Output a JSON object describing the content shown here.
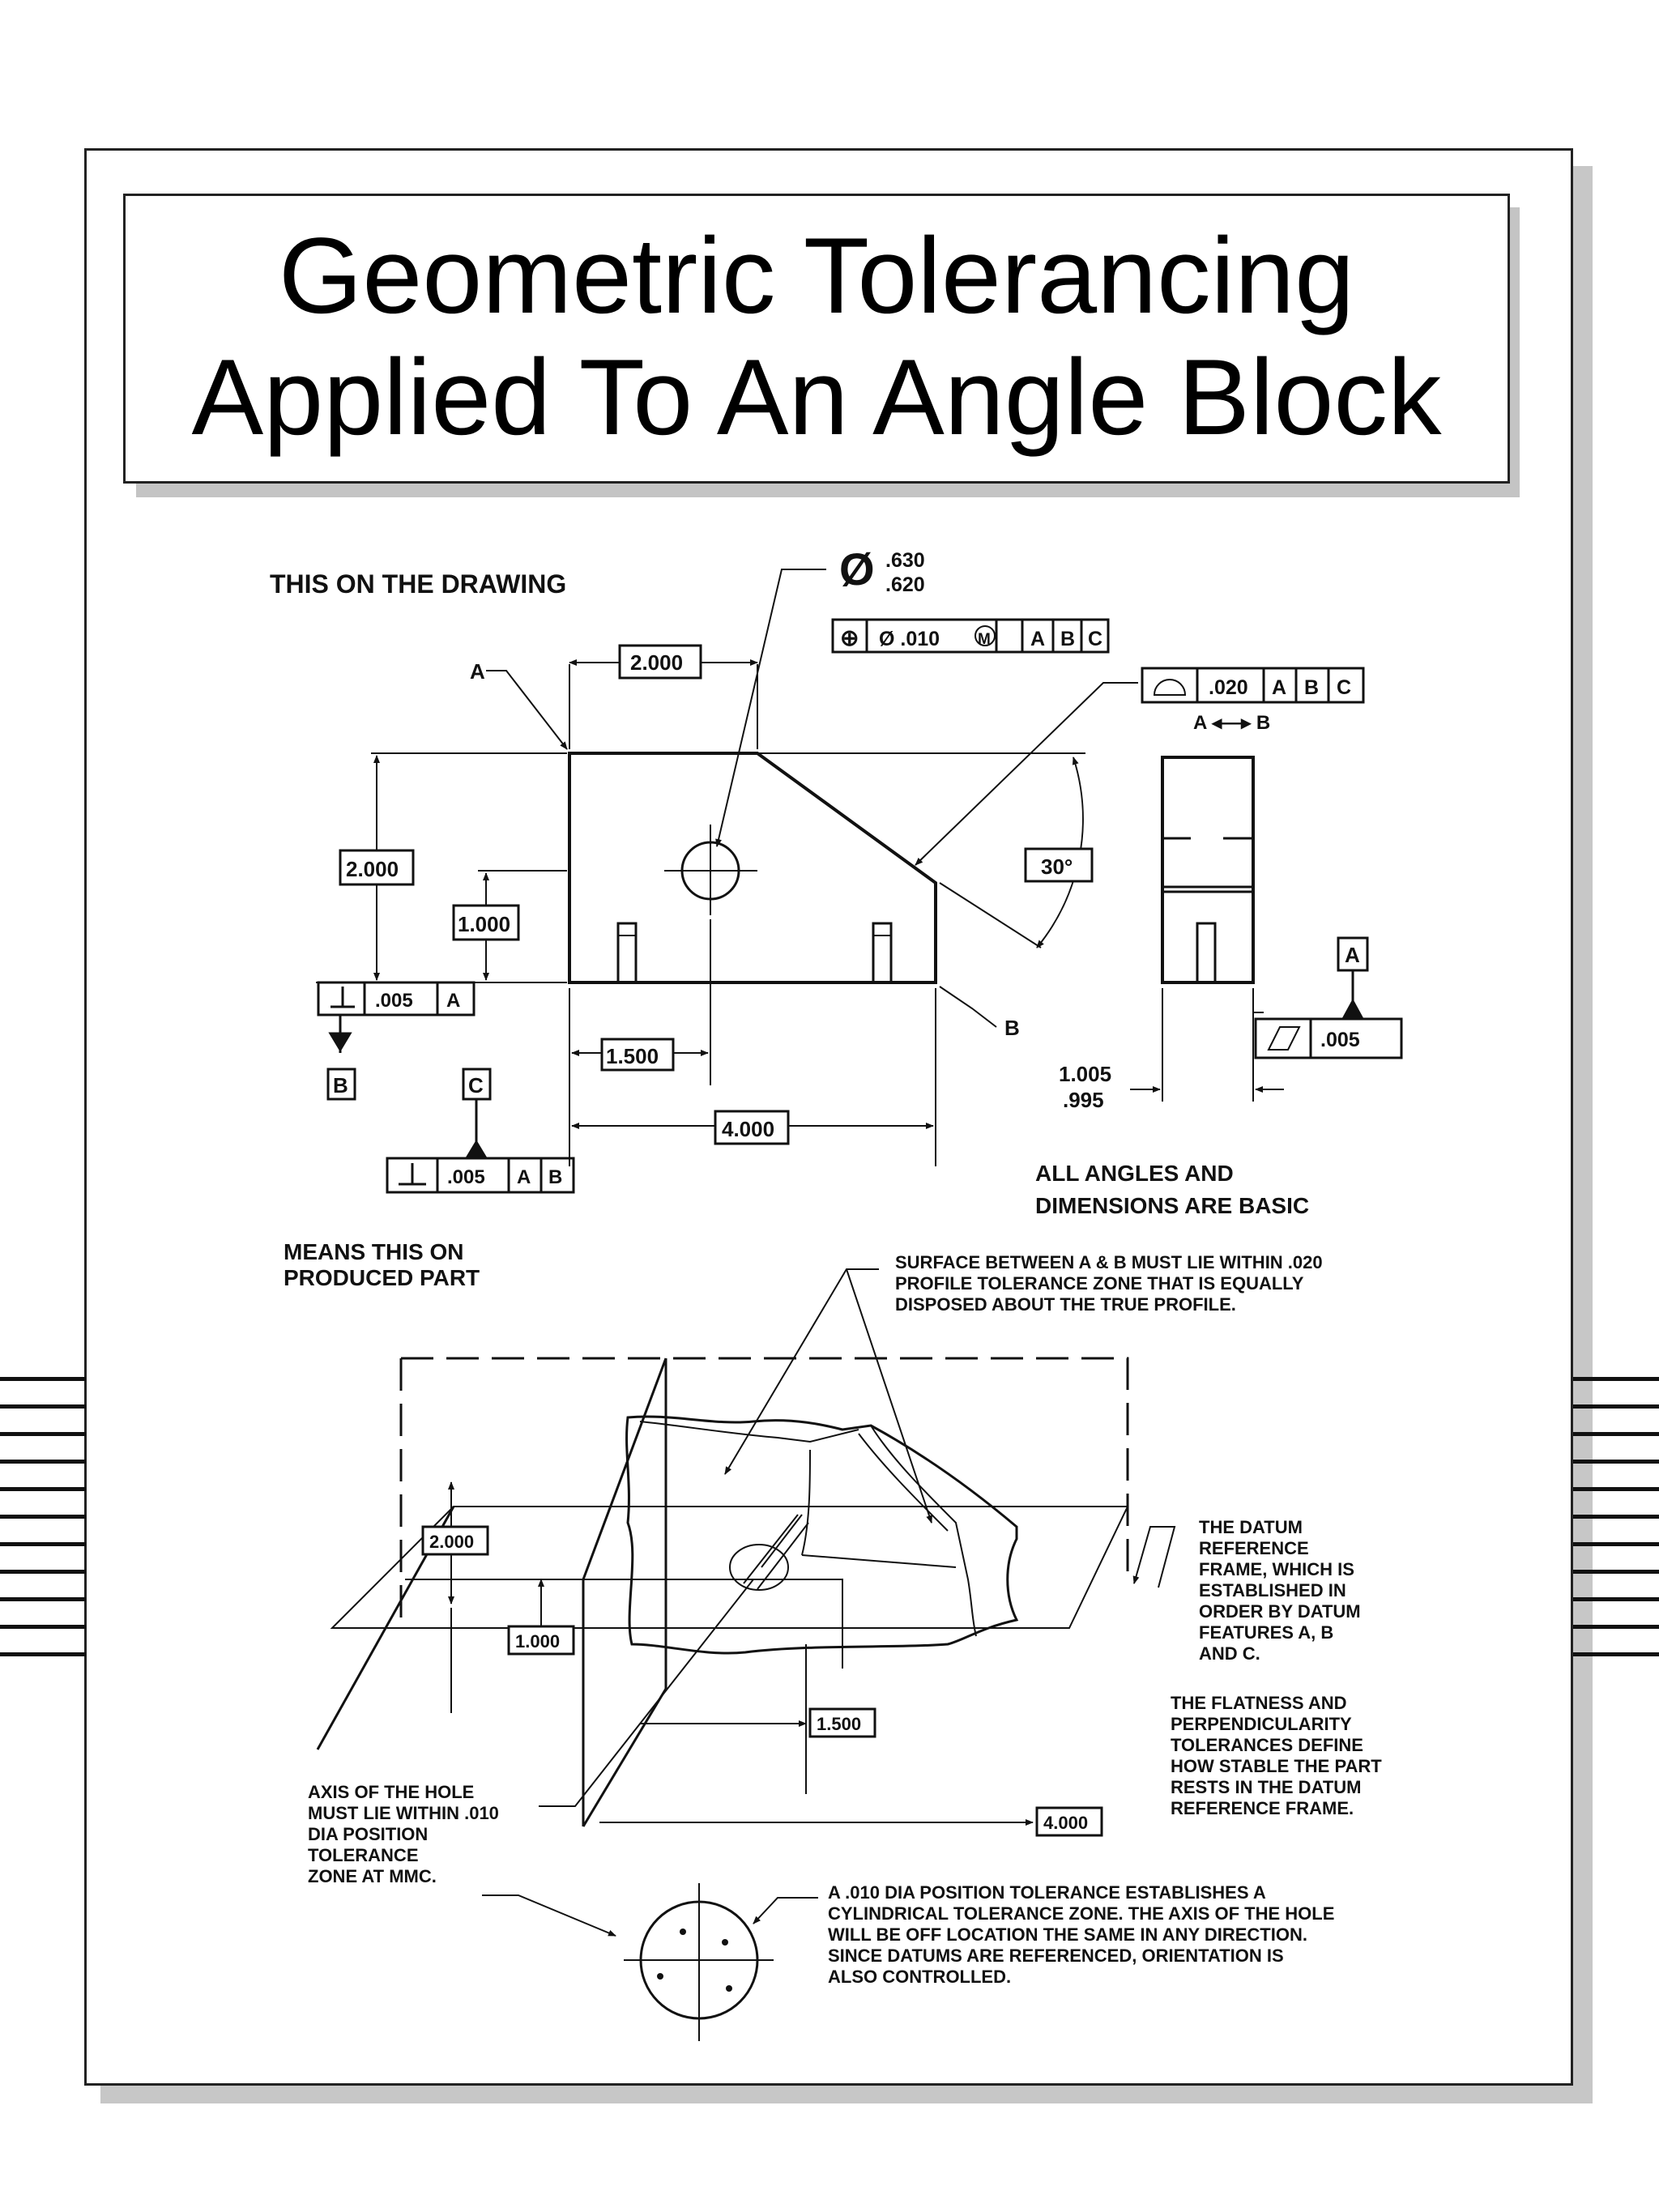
{
  "title": {
    "line1": "Geometric Tolerancing",
    "line2": "Applied To An Angle Block"
  },
  "drawing": {
    "caption": "THIS ON THE DRAWING",
    "hole_dia_upper": ".630",
    "hole_dia_lower": ".620",
    "diameter_symbol": "Ø",
    "position_fcf": [
      "⊕",
      "Ø .010",
      "M",
      "A",
      "B",
      "C"
    ],
    "profile_fcf": [
      "◠",
      ".020",
      "A",
      "B",
      "C"
    ],
    "between": "A ◂—▸ B",
    "datum_a_leader": "A",
    "datum_b_leader": "B",
    "dim_top": "2.000",
    "dim_height": "2.000",
    "dim_hole_height": "1.000",
    "angle": "30°",
    "perp_fcf_b": [
      "⊥",
      ".005",
      "A"
    ],
    "datum_b_flag": "B",
    "datum_c_flag": "C",
    "perp_fcf_c": [
      "⊥",
      ".005",
      "A",
      "B"
    ],
    "dim_hole_x": "1.500",
    "dim_length": "4.000",
    "flat_fcf": [
      "▱",
      ".005"
    ],
    "datum_a_flag": "A",
    "thickness_upper": "1.005",
    "thickness_lower": ".995",
    "note_line1": "ALL ANGLES AND",
    "note_line2": "DIMENSIONS ARE BASIC"
  },
  "produced": {
    "caption_line1": "MEANS THIS ON",
    "caption_line2": "PRODUCED PART",
    "profile_note": [
      "SURFACE BETWEEN A & B MUST LIE WITHIN .020",
      "PROFILE TOLERANCE ZONE THAT IS EQUALLY",
      "DISPOSED ABOUT THE TRUE PROFILE."
    ],
    "datum_note": [
      "THE DATUM",
      "REFERENCE",
      "FRAME, WHICH IS",
      "ESTABLISHED IN",
      "ORDER BY DATUM",
      "FEATURES A, B",
      "AND C."
    ],
    "flatness_note": [
      "THE FLATNESS AND",
      "PERPENDICULARITY",
      "TOLERANCES DEFINE",
      "HOW STABLE THE PART",
      "RESTS IN THE DATUM",
      "REFERENCE FRAME."
    ],
    "axis_note": [
      "AXIS OF THE HOLE",
      "MUST LIE WITHIN .010",
      "DIA POSITION",
      "TOLERANCE",
      "ZONE AT MMC."
    ],
    "position_note": [
      "A .010 DIA POSITION TOLERANCE  ESTABLISHES A",
      "CYLINDRICAL TOLERANCE ZONE.  THE AXIS OF THE HOLE",
      "WILL BE OFF LOCATION THE SAME IN ANY DIRECTION.",
      "SINCE DATUMS ARE REFERENCED, ORIENTATION  IS",
      "ALSO CONTROLLED."
    ],
    "dim_2000": "2.000",
    "dim_1000": "1.000",
    "dim_1500": "1.500",
    "dim_4000": "4.000"
  }
}
